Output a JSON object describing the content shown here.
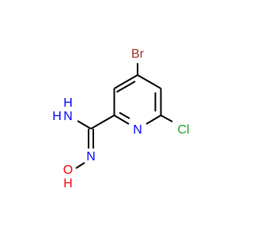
{
  "molecule": {
    "atoms": {
      "br": {
        "text": "Br",
        "color": "#a52a2a"
      },
      "cl": {
        "text": "Cl",
        "color": "#1fa01f"
      },
      "n_ring": {
        "text": "N",
        "color": "#0000ff"
      },
      "n_oxime": {
        "text": "N",
        "color": "#0000ff"
      },
      "o": {
        "text": "O",
        "color": "#ff0000"
      },
      "h_oh": {
        "text": "H",
        "color": "#ff0000"
      },
      "nh2_h": {
        "text": "H",
        "color": "#0000ff"
      },
      "nh2_n": {
        "text": "N",
        "color": "#0000ff"
      },
      "nh2_h2": {
        "text": "H",
        "color": "#0000ff"
      }
    }
  }
}
